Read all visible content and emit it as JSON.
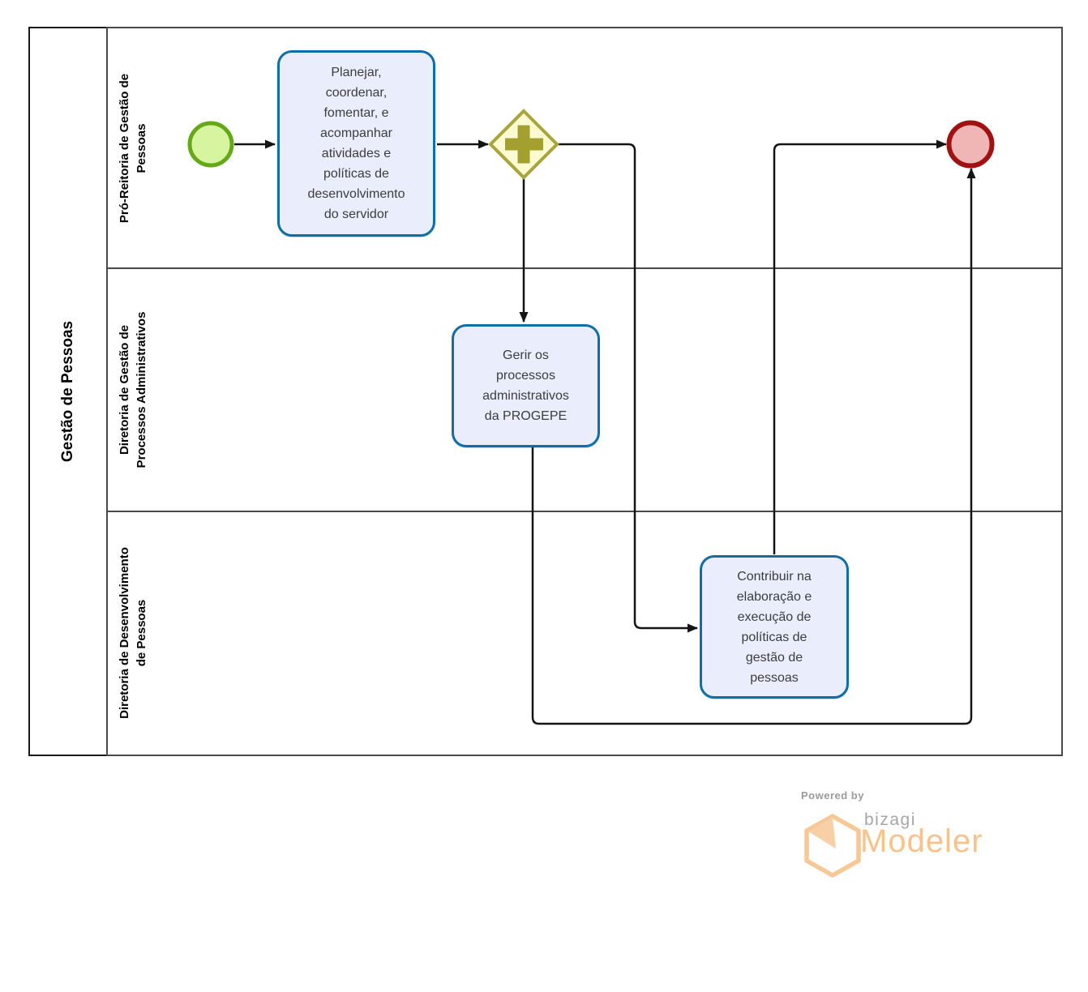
{
  "pool": {
    "title": "Gestão de Pessoas"
  },
  "lanes": [
    {
      "label": "Pró-Reitoria de Gestão de\nPessoas"
    },
    {
      "label": "Diretoria de Gestão de\nProcessos Administrativos"
    },
    {
      "label": "Diretoria de Desenvolvimento\nde Pessoas"
    }
  ],
  "nodes": {
    "start": {
      "type": "start-event",
      "lane": 0
    },
    "task1": {
      "type": "task",
      "lane": 0,
      "label": "Planejar,\ncoordenar,\nfomentar, e\nacompanhar\natividades e\npolíticas de\ndesenvolvimento\ndo servidor"
    },
    "gateway": {
      "type": "parallel-gateway",
      "lane": 0
    },
    "task2": {
      "type": "task",
      "lane": 1,
      "label": "Gerir os\nprocessos\nadministrativos\nda PROGEPE"
    },
    "task3": {
      "type": "task",
      "lane": 2,
      "label": "Contribuir na\nelaboração e\nexecução de\npolíticas de\ngestão de\npessoas"
    },
    "end": {
      "type": "end-event",
      "lane": 0
    }
  },
  "flows": [
    {
      "from": "start",
      "to": "task1"
    },
    {
      "from": "task1",
      "to": "gateway"
    },
    {
      "from": "gateway",
      "to": "task2"
    },
    {
      "from": "gateway",
      "to": "task3"
    },
    {
      "from": "task3",
      "to": "end"
    },
    {
      "from": "task2",
      "to": "end"
    }
  ],
  "branding": {
    "powered_by": "Powered by",
    "brand": "bizagi",
    "product": "Modeler"
  },
  "colors": {
    "task_fill": "#e9edfc",
    "task_border": "#0f6ea6",
    "start_fill": "#d7f5a1",
    "start_border": "#65a818",
    "end_fill": "#f0b5b5",
    "end_border": "#a21111",
    "gateway_fill": "#fbfbd2",
    "gateway_border": "#a9a53a",
    "gateway_plus": "#a3a02f",
    "flow_line": "#141414",
    "lane_border": "#4a4a4a",
    "pool_border": "#1b1b1b",
    "brand_orange": "#f9c28b",
    "brand_gray": "#a6a6a6",
    "powered_gray": "#9b9b9b"
  }
}
